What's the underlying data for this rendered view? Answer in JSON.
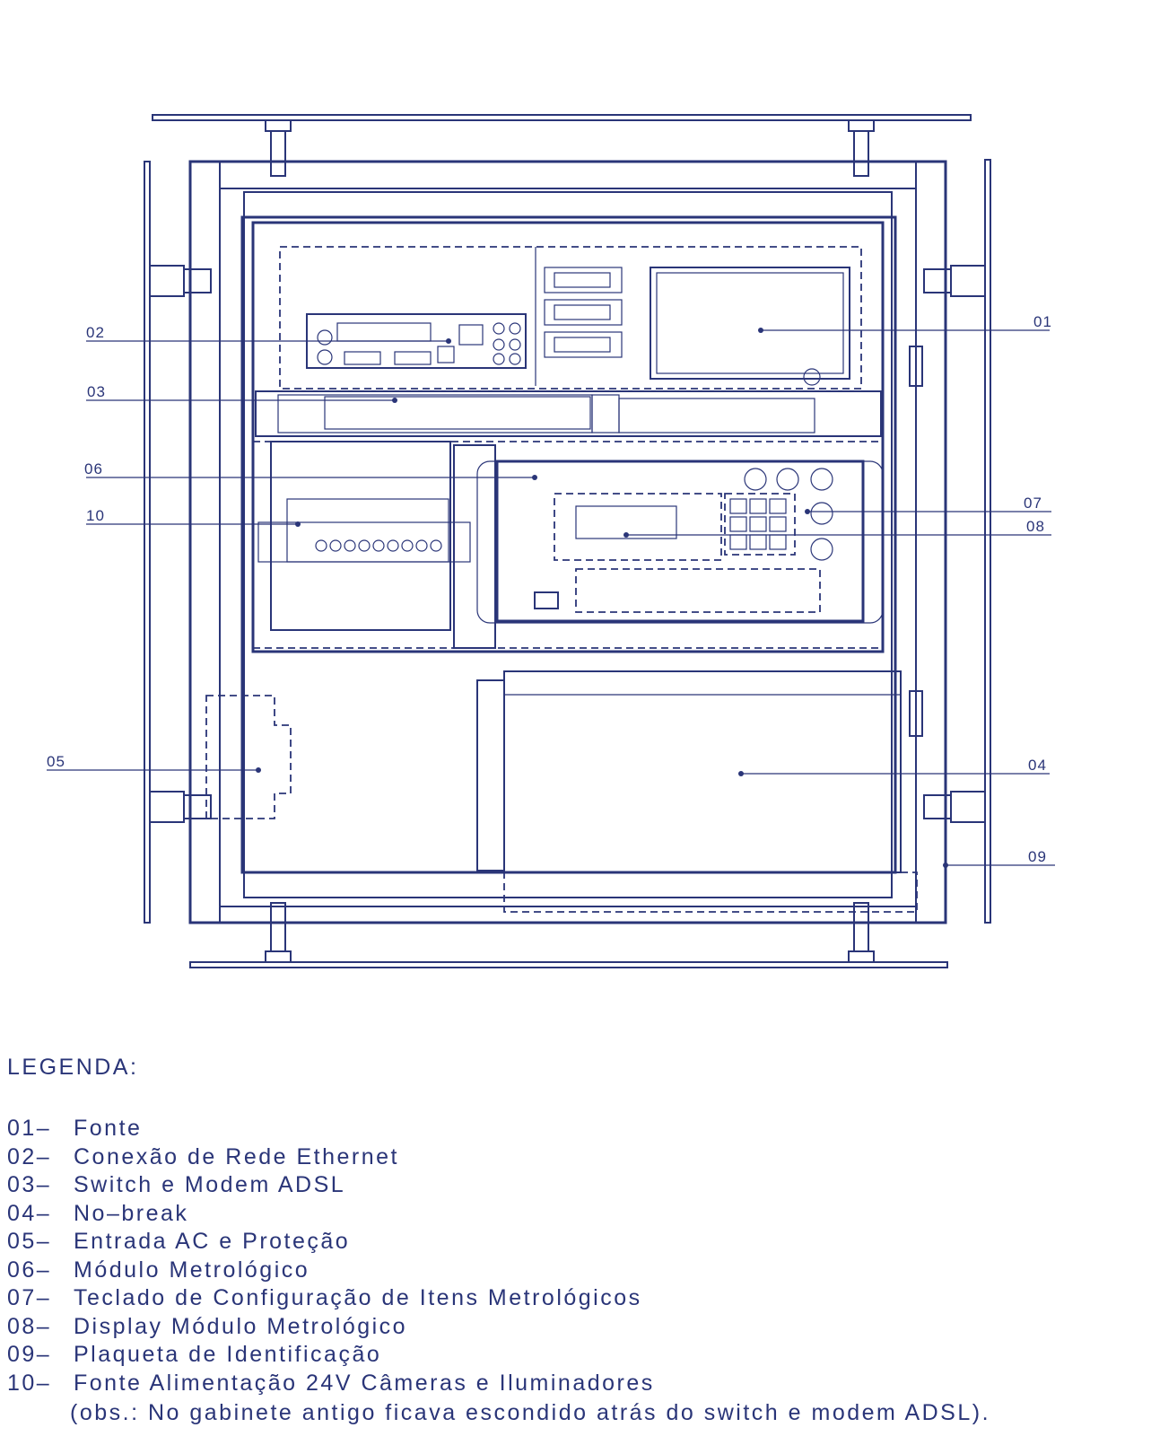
{
  "callouts": [
    "01",
    "02",
    "03",
    "04",
    "05",
    "06",
    "07",
    "08",
    "09",
    "10"
  ],
  "legend": {
    "title": "LEGENDA:",
    "items": [
      {
        "num": "01–",
        "text": "Fonte"
      },
      {
        "num": "02–",
        "text": "Conexão de Rede Ethernet"
      },
      {
        "num": "03–",
        "text": "Switch e Modem ADSL"
      },
      {
        "num": "04–",
        "text": "No–break"
      },
      {
        "num": "05–",
        "text": "Entrada AC e Proteção"
      },
      {
        "num": "06–",
        "text": "Módulo Metrológico"
      },
      {
        "num": "07–",
        "text": "Teclado de Configuração de Itens Metrológicos"
      },
      {
        "num": "08–",
        "text": "Display Módulo Metrológico"
      },
      {
        "num": "09–",
        "text": "Plaqueta de Identificação"
      },
      {
        "num": "10–",
        "text": "Fonte Alimentação 24V Câmeras e Iluminadores"
      }
    ],
    "note": "(obs.: No gabinete antigo ficava escondido atrás do switch e modem ADSL)."
  }
}
